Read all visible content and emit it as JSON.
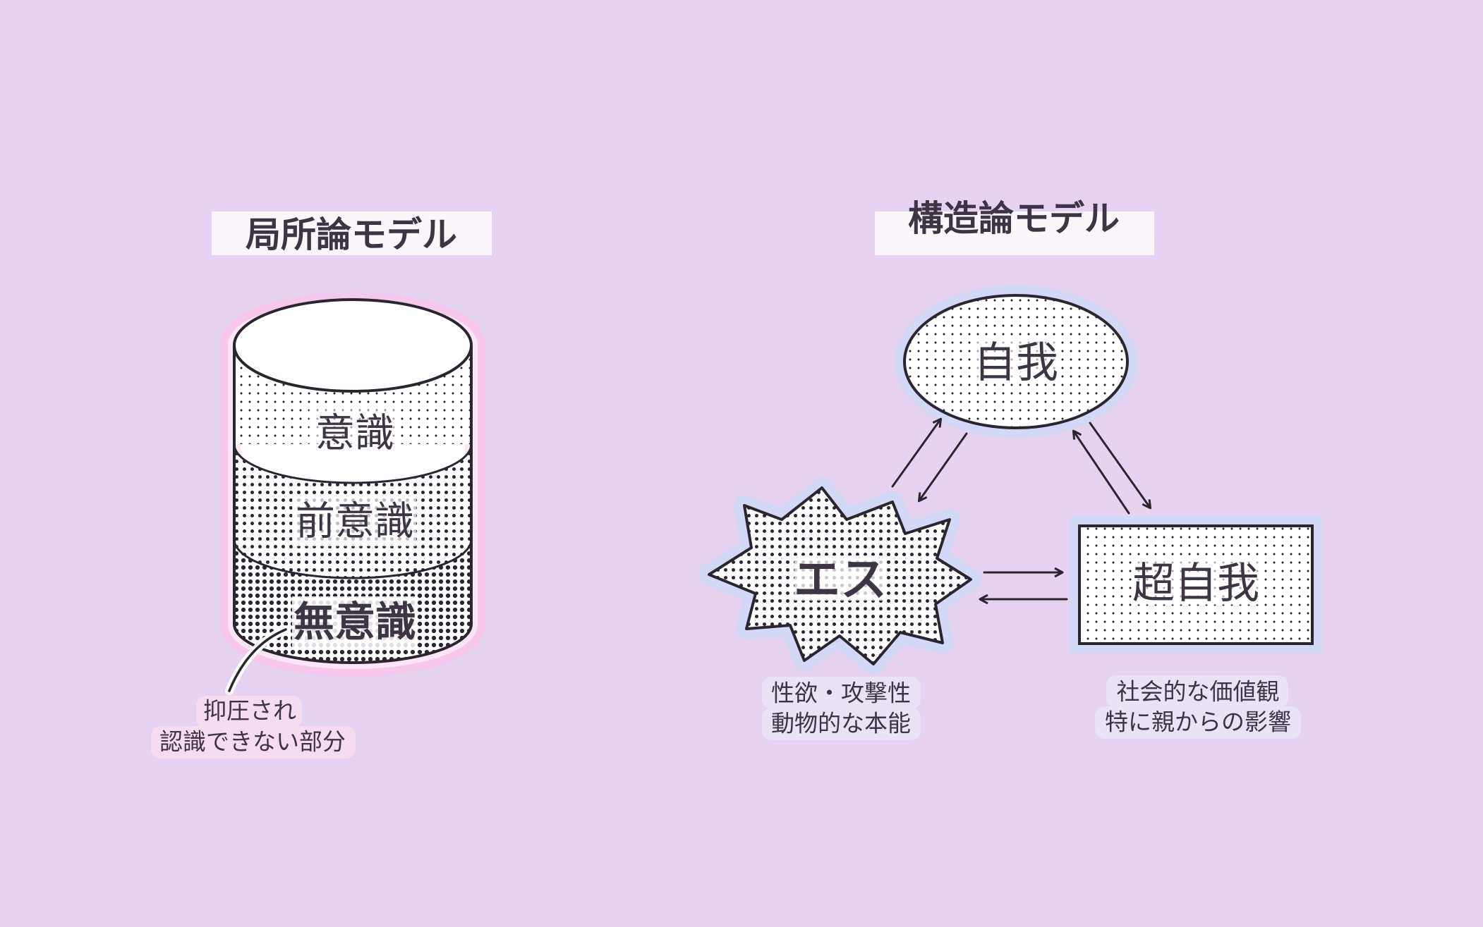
{
  "left": {
    "heading": "局所論モデル",
    "layers": {
      "conscious": "意識",
      "preconscious": "前意識",
      "unconscious": "無意識"
    },
    "annotation": {
      "line1": "抑圧され",
      "line2": "認識できない部分"
    }
  },
  "right": {
    "heading": "構造論モデル",
    "ego": "自我",
    "id": "エス",
    "superego": "超自我",
    "id_note": {
      "line1": "性欲・攻撃性",
      "line2": "動物的な本能"
    },
    "superego_note": {
      "line1": "社会的な価値観",
      "line2": "特に親からの影響"
    }
  },
  "colors": {
    "background": "#e6d3f1",
    "ink": "#2b2530",
    "text": "#3d3544",
    "glow_left": "#f7c8ec",
    "glow_right": "#d3d8f7",
    "label_box": "#faf7fb"
  }
}
